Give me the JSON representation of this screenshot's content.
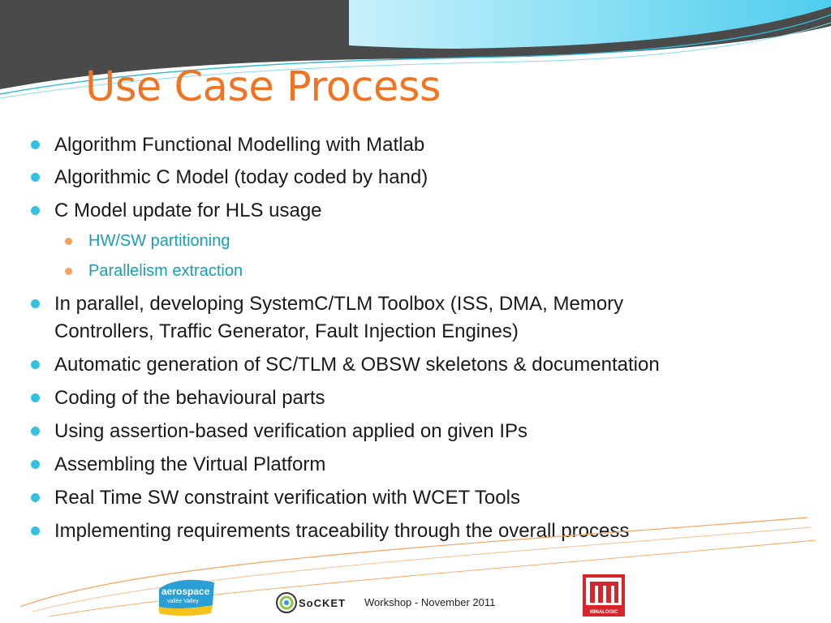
{
  "slide": {
    "title": "Use Case Process",
    "bullets": [
      {
        "level": 1,
        "text": "Algorithm Functional Modelling with Matlab"
      },
      {
        "level": 1,
        "text": "Algorithmic C Model (today coded by hand)"
      },
      {
        "level": 1,
        "text": "C Model update for HLS usage"
      },
      {
        "level": 2,
        "text": "HW/SW partitioning"
      },
      {
        "level": 2,
        "text": "Parallelism extraction"
      },
      {
        "level": 1,
        "text": "In parallel, developing SystemC/TLM Toolbox (ISS, DMA, Memory"
      },
      {
        "level": 0,
        "text": "Controllers, Traffic Generator, Fault Injection Engines)"
      },
      {
        "level": 1,
        "text": "Automatic generation of SC/TLM & OBSW skeletons & documentation"
      },
      {
        "level": 1,
        "text": "Coding of the behavioural parts"
      },
      {
        "level": 1,
        "text": "Using assertion-based verification applied on given IPs"
      },
      {
        "level": 1,
        "text": "Assembling the Virtual Platform"
      },
      {
        "level": 1,
        "text": "Real Time SW constraint verification with WCET Tools"
      },
      {
        "level": 1,
        "text": "Implementing requirements traceability through the overall process"
      }
    ]
  },
  "footer": {
    "text": "Workshop - November 2011",
    "logos": {
      "aerospace": {
        "line1": "aerospace",
        "line2": "vallée Valley"
      },
      "socket": {
        "name": "SoCKET"
      },
      "minalogic": {
        "name": "MINALOGIC"
      }
    }
  },
  "colors": {
    "title": "#f07522",
    "bullet_level1": "#35c1dc",
    "bullet_level2": "#f5a35c",
    "subitem_text": "#159fb8",
    "header_dark": "#4a4a4a",
    "header_cyan": "#5fd4ef"
  }
}
